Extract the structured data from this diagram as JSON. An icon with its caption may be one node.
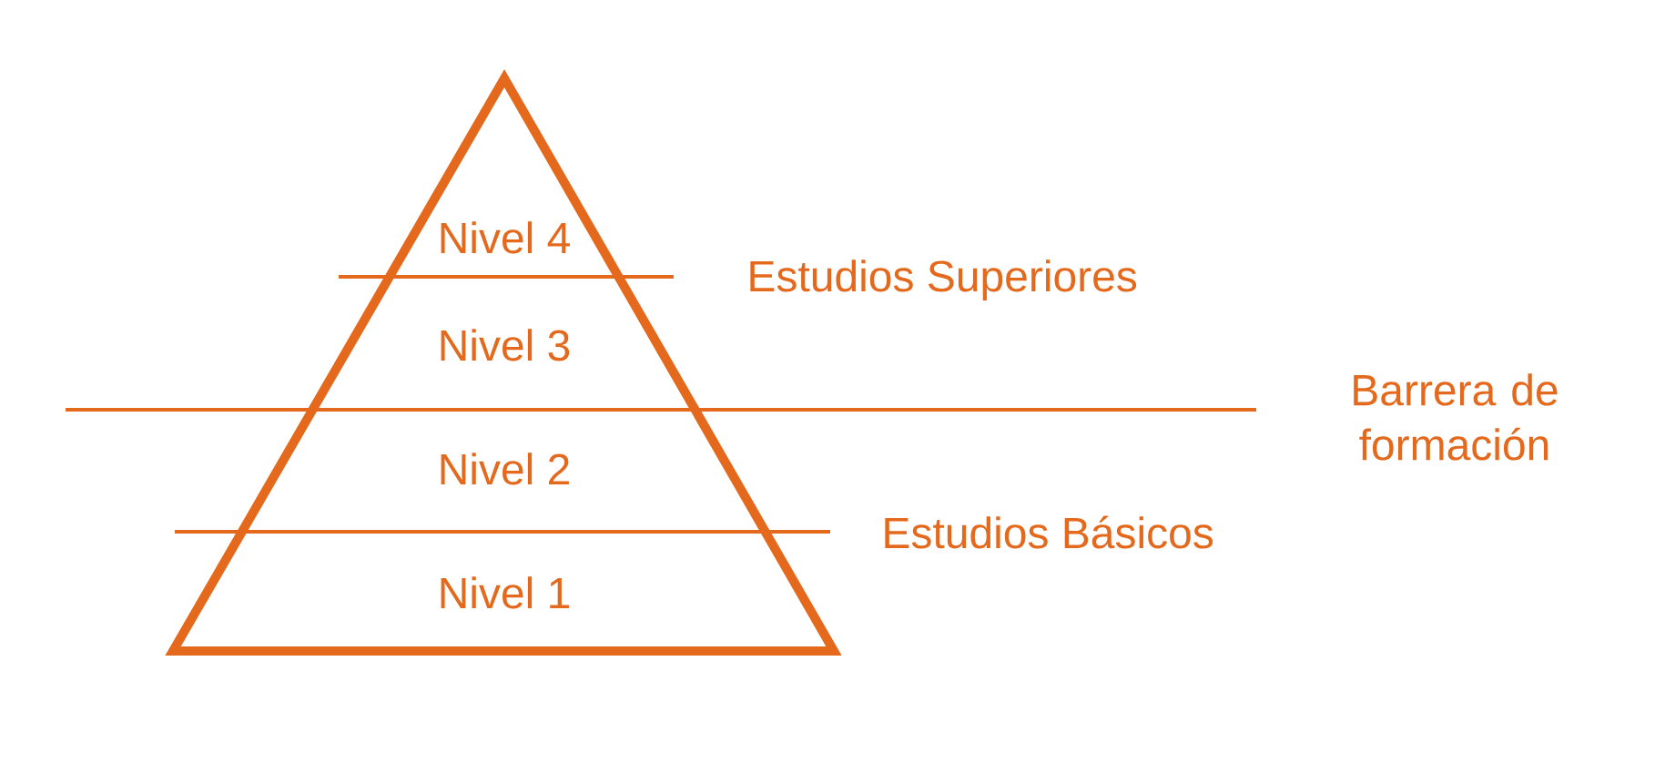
{
  "diagram": {
    "nodes": [
      {
        "text": [],
        "shape": "triangle"
      },
      {
        "text": [
          "Nivel 4"
        ],
        "in": 0
      },
      {
        "text": [
          "Nivel 3"
        ],
        "in": 0
      },
      {
        "text": [
          "Nivel 2"
        ],
        "in": 0
      },
      {
        "text": [
          "Nivel 1"
        ],
        "in": 0
      }
    ],
    "labels": [
      "Estudios Superiores",
      "Barrera de formación",
      "Estudios Básicos"
    ]
  }
}
